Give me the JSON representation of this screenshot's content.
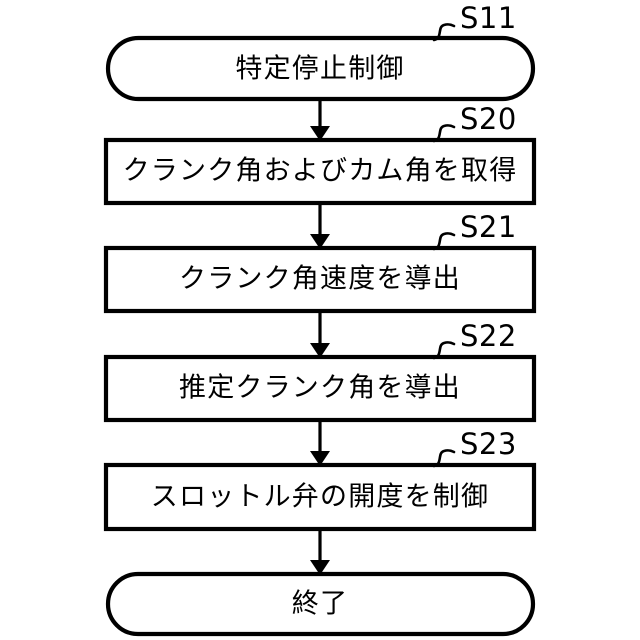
{
  "diagram": {
    "type": "flowchart",
    "orientation": "vertical",
    "background_color": "#ffffff",
    "line_color": "#000000",
    "nodes": [
      {
        "id": "n1",
        "shape": "terminal",
        "label": "特定停止制御",
        "step": "S11"
      },
      {
        "id": "n2",
        "shape": "process",
        "label": "クランク角およびカム角を取得",
        "step": "S20"
      },
      {
        "id": "n3",
        "shape": "process",
        "label": "クランク角速度を導出",
        "step": "S21"
      },
      {
        "id": "n4",
        "shape": "process",
        "label": "推定クランク角を導出",
        "step": "S22"
      },
      {
        "id": "n5",
        "shape": "process",
        "label": "スロットル弁の開度を制御",
        "step": "S23"
      },
      {
        "id": "n6",
        "shape": "terminal",
        "label": "終了",
        "step": ""
      }
    ],
    "edges": [
      {
        "from": "n1",
        "to": "n2",
        "arrow": "down"
      },
      {
        "from": "n2",
        "to": "n3",
        "arrow": "down"
      },
      {
        "from": "n3",
        "to": "n4",
        "arrow": "down"
      },
      {
        "from": "n4",
        "to": "n5",
        "arrow": "down"
      },
      {
        "from": "n5",
        "to": "n6",
        "arrow": "down"
      }
    ]
  }
}
